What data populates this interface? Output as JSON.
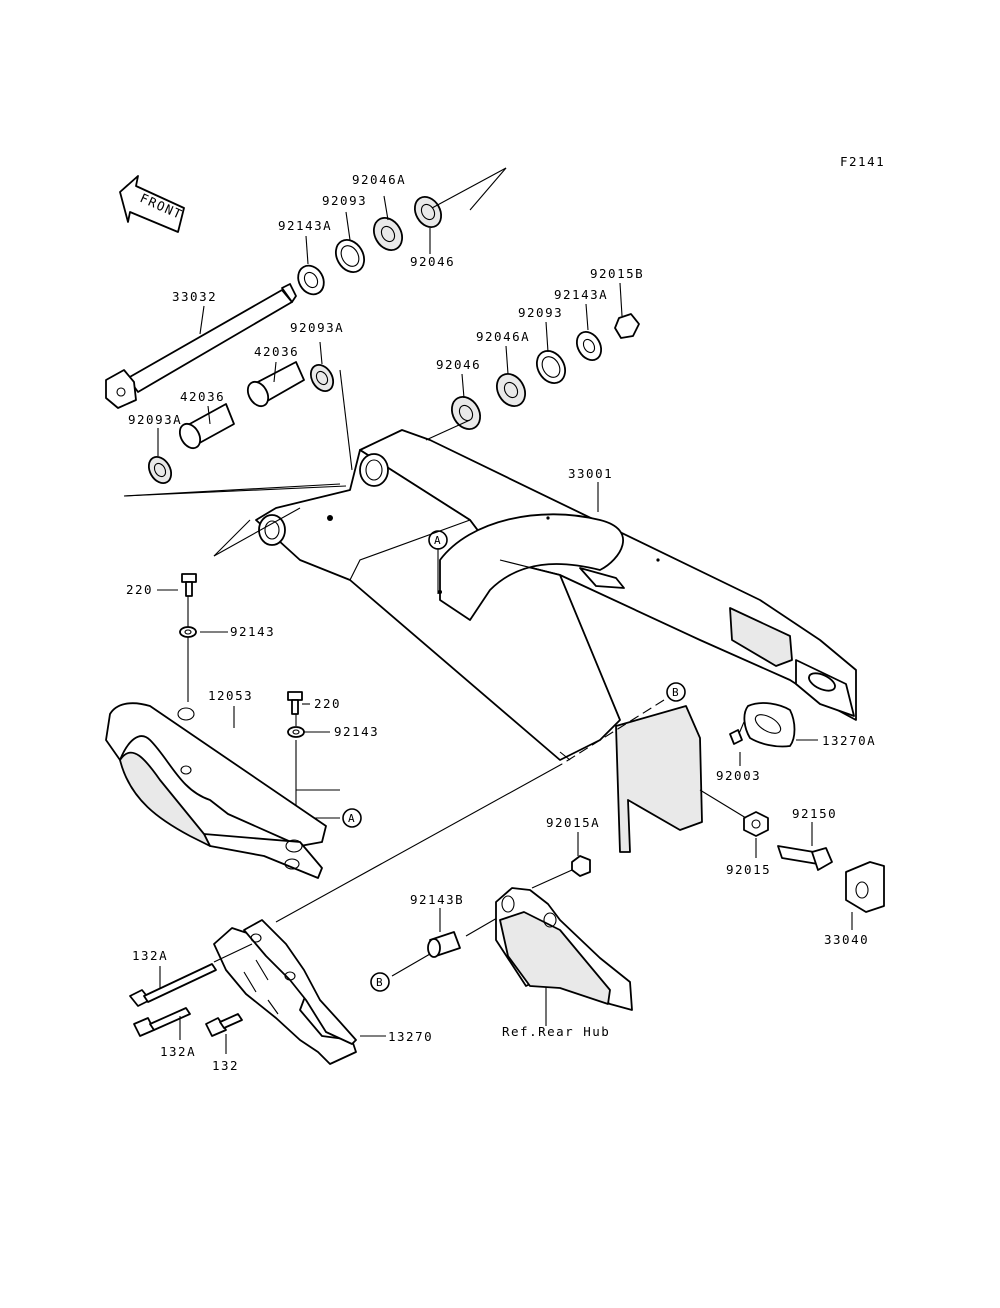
{
  "figure_code": "F2141",
  "front_arrow_text": "FRONT",
  "labels": {
    "p92046A_top": "92046A",
    "p92093_top": "92093",
    "p92143A_top": "92143A",
    "p92046_top": "92046",
    "p33032": "33032",
    "p92093A_top": "92093A",
    "p42036_top": "42036",
    "p42036_left": "42036",
    "p92093A_left": "92093A",
    "p92015B": "92015B",
    "p92143A_right": "92143A",
    "p92093_right": "92093",
    "p92046A_right": "92046A",
    "p92046_right": "92046",
    "p33001": "33001",
    "p220_a": "220",
    "p92143_a": "92143",
    "p12053": "12053",
    "p220_b": "220",
    "p92143_b": "92143",
    "p92003": "92003",
    "p13270A": "13270A",
    "p92150": "92150",
    "p92015": "92015",
    "p92015A": "92015A",
    "p92143B": "92143B",
    "p33040": "33040",
    "p132A_a": "132A",
    "p132A_b": "132A",
    "p132": "132",
    "p13270": "13270",
    "ref_rear_hub": "Ref.Rear Hub"
  },
  "callouts": {
    "a_upper": "A",
    "a_lower": "A",
    "b_upper": "B",
    "b_lower": "B"
  }
}
